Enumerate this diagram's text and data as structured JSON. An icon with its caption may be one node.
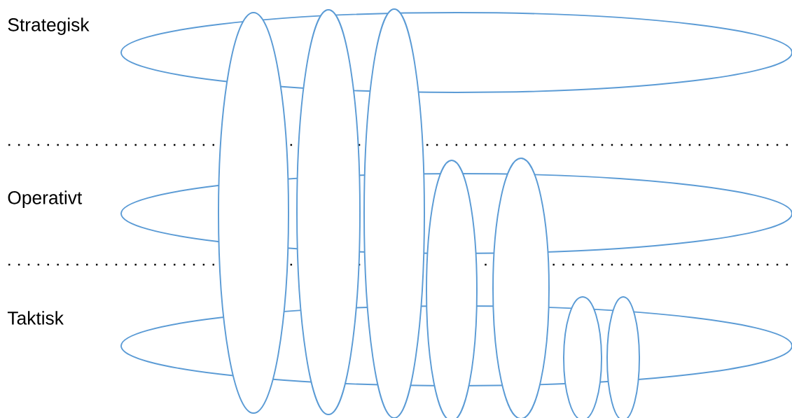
{
  "diagram": {
    "nodes": [
      {
        "text": [],
        "shape": "ellipse",
        "beside": [
          "Strategisk"
        ]
      },
      {
        "text": [],
        "shape": "ellipse",
        "beside": [
          "Operativt"
        ]
      },
      {
        "text": [],
        "shape": "ellipse",
        "beside": [
          "Taktisk"
        ]
      },
      {
        "text": [],
        "shape": "ellipse"
      },
      {
        "text": [],
        "shape": "ellipse"
      },
      {
        "text": [],
        "shape": "ellipse"
      },
      {
        "text": [],
        "shape": "ellipse"
      },
      {
        "text": [],
        "shape": "ellipse"
      },
      {
        "text": [],
        "shape": "ellipse"
      },
      {
        "text": [],
        "shape": "ellipse"
      }
    ]
  }
}
